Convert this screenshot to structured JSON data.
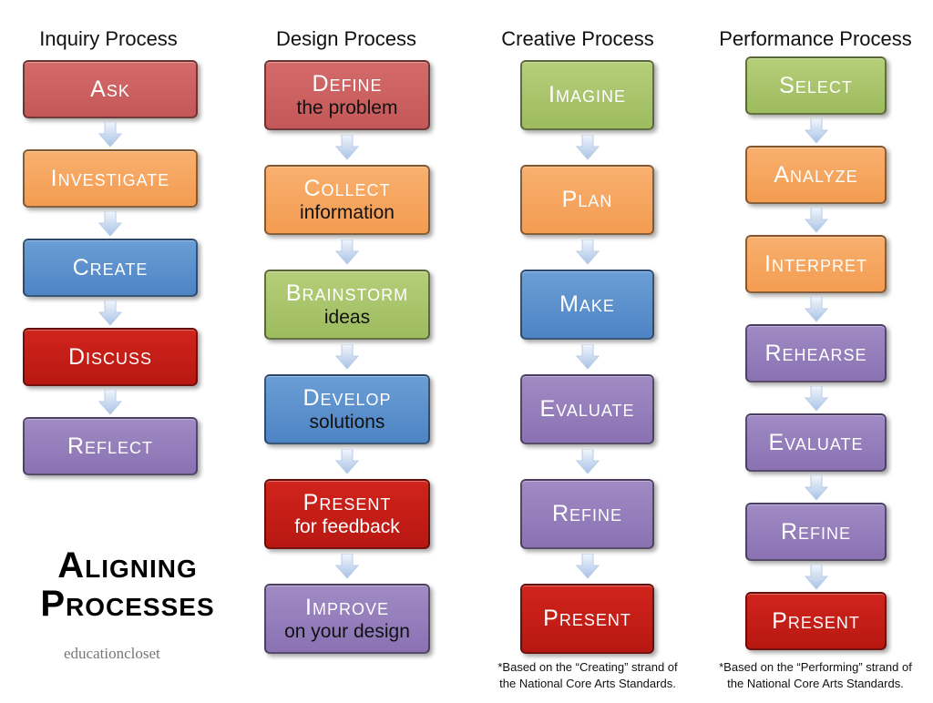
{
  "columns": [
    {
      "title": "Inquiry Process",
      "steps": [
        {
          "main": "Ask",
          "sub": "",
          "color": "#cc6262"
        },
        {
          "main": "Investigate",
          "sub": "",
          "color": "#f5a660"
        },
        {
          "main": "Create",
          "sub": "",
          "color": "#5b91cc"
        },
        {
          "main": "Discuss",
          "sub": "",
          "color": "#c41e16"
        },
        {
          "main": "Reflect",
          "sub": "",
          "color": "#957fbb"
        }
      ]
    },
    {
      "title": "Design Process",
      "steps": [
        {
          "main": "Define",
          "sub": "the problem",
          "color": "#cc6262"
        },
        {
          "main": "Collect",
          "sub": "information",
          "color": "#f5a660"
        },
        {
          "main": "Brainstorm",
          "sub": "ideas",
          "color": "#a9c56c"
        },
        {
          "main": "Develop",
          "sub": "solutions",
          "color": "#5b91cc"
        },
        {
          "main": "Present",
          "sub": "for feedback",
          "color": "#c41e16"
        },
        {
          "main": "Improve",
          "sub": "on your design",
          "color": "#957fbb"
        }
      ]
    },
    {
      "title": "Creative Process",
      "steps": [
        {
          "main": "Imagine",
          "sub": "",
          "color": "#a9c56c"
        },
        {
          "main": "Plan",
          "sub": "",
          "color": "#f5a660"
        },
        {
          "main": "Make",
          "sub": "",
          "color": "#5b91cc"
        },
        {
          "main": "Evaluate",
          "sub": "",
          "color": "#957fbb"
        },
        {
          "main": "Refine",
          "sub": "",
          "color": "#957fbb"
        },
        {
          "main": "Present",
          "sub": "",
          "color": "#c41e16"
        }
      ],
      "note_line1": "*Based on the “Creating” strand of",
      "note_line2": "the National Core Arts Standards."
    },
    {
      "title": "Performance Process",
      "steps": [
        {
          "main": "Select",
          "sub": "",
          "color": "#a9c56c"
        },
        {
          "main": "Analyze",
          "sub": "",
          "color": "#f5a660"
        },
        {
          "main": "Interpret",
          "sub": "",
          "color": "#f5a660"
        },
        {
          "main": "Rehearse",
          "sub": "",
          "color": "#957fbb"
        },
        {
          "main": "Evaluate",
          "sub": "",
          "color": "#957fbb"
        },
        {
          "main": "Refine",
          "sub": "",
          "color": "#957fbb"
        },
        {
          "main": "Present",
          "sub": "",
          "color": "#c41e16"
        }
      ],
      "note_line1": "*Based on the “Performing” strand of",
      "note_line2": "the National Core Arts Standards."
    }
  ],
  "heading_line1": "Aligning",
  "heading_line2": "Processes",
  "brand": "educationcloset"
}
